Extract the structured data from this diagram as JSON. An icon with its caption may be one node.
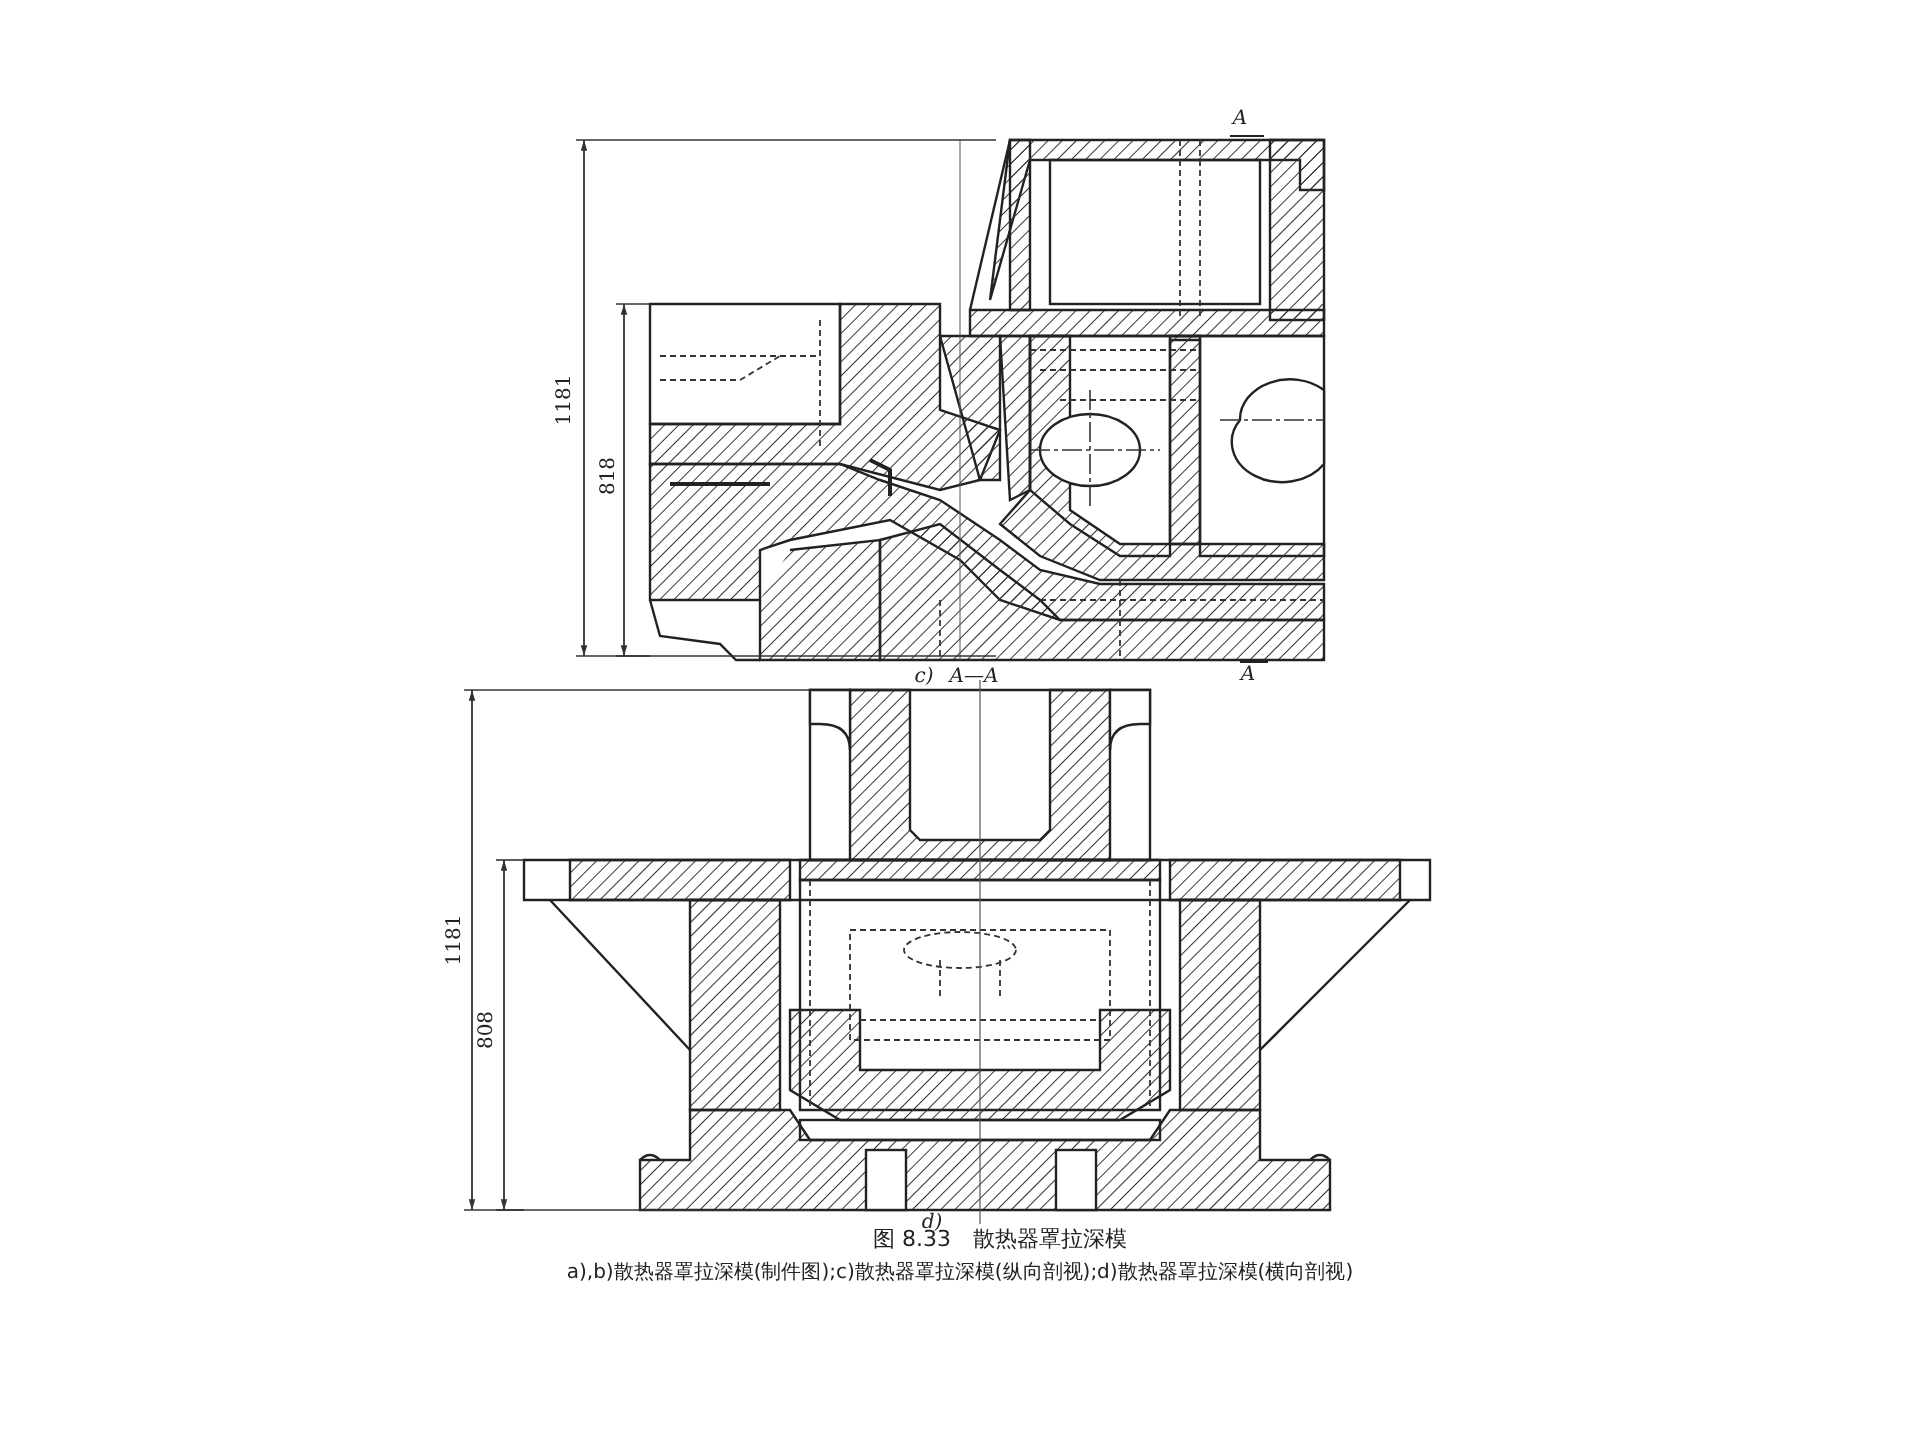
{
  "diagram": {
    "title": "图 8.33　散热器罩拉深模",
    "caption": "a),b)散热器罩拉深模(制件图);c)散热器罩拉深模(纵向剖视);d)散热器罩拉深模(横向剖视)",
    "labels": [
      "A",
      "1181",
      "818",
      "A",
      "c)",
      "A—A",
      "1181",
      "808",
      "d)"
    ]
  }
}
